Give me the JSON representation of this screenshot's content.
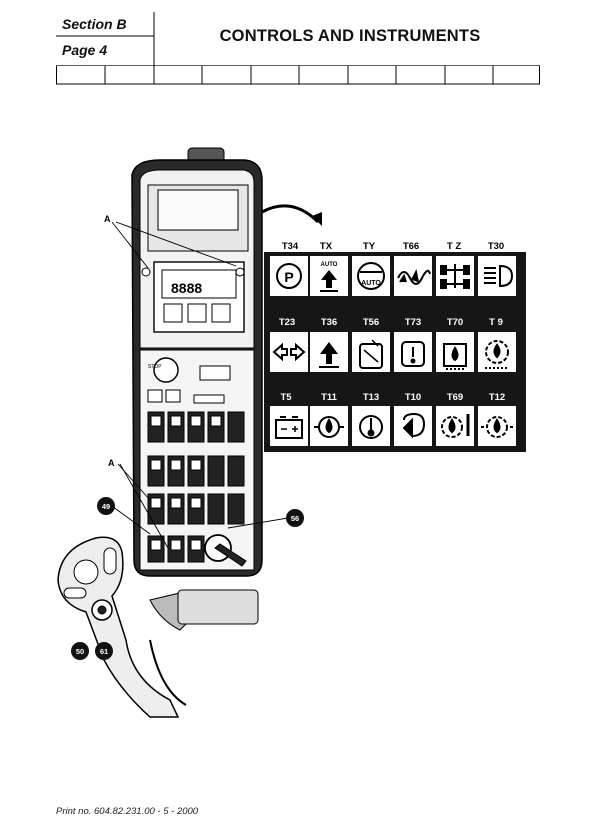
{
  "header": {
    "section": "Section B",
    "page": "Page 4",
    "title": "CONTROLS AND INSTRUMENTS"
  },
  "figure": {
    "callouts": {
      "a_top": "A",
      "a_mid": "A",
      "n49": "49",
      "n56": "56",
      "n50": "50",
      "n61": "61"
    },
    "console": {
      "lcd_readout": "8888",
      "stop_label": "STOP"
    },
    "indicator_rows": [
      {
        "labels": [
          "T34",
          "TX",
          "TY",
          "T66",
          "T Z",
          "T30"
        ],
        "icons": [
          "parking-brake-icon",
          "auto-up-arrow-icon",
          "auto-badge-icon",
          "wave-icon",
          "four-wheel-drive-icon",
          "headlight-icon"
        ],
        "tx_text": "AUTO",
        "ty_text": "AUTO"
      },
      {
        "labels": [
          "T23",
          "T36",
          "T56",
          "T73",
          "T70",
          "T 9"
        ],
        "icons": [
          "turn-signal-icon",
          "up-arrow-icon",
          "tank-fluid-icon",
          "warning-box-icon",
          "tank-drop-icon",
          "oil-gear-icon"
        ]
      },
      {
        "labels": [
          "T5",
          "T11",
          "T13",
          "T10",
          "T69",
          "T12"
        ],
        "icons": [
          "battery-icon",
          "oil-pressure-icon",
          "temperature-icon",
          "air-filter-icon",
          "oil-temperature-icon",
          "transmission-oil-icon"
        ]
      }
    ]
  },
  "footer": {
    "print_no": "Print no. 604.82.231.00 - 5 - 2000"
  }
}
